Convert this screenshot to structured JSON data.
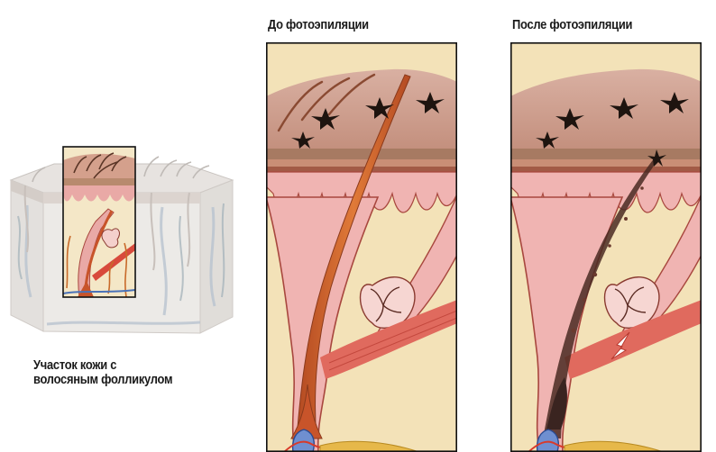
{
  "labels": {
    "before_title": "До фотоэпиляции",
    "after_title": "После фотоэпиляции",
    "caption_line1": "Участок кожи с",
    "caption_line2": "волосяным фолликулом"
  },
  "colors": {
    "skin_surface": "#c99a8a",
    "dermis_fill": "#f0deb4",
    "follicle_pink": "#f0b4b2",
    "follicle_edge": "#a8473e",
    "hair_brown": "#8a4a32",
    "hair_orange": "#c8542a",
    "muscle_red": "#d84a3c",
    "vessel_blue": "#4a72b8",
    "fat_yellow": "#e6b84a",
    "destroyed_hair": "#3a2420"
  }
}
